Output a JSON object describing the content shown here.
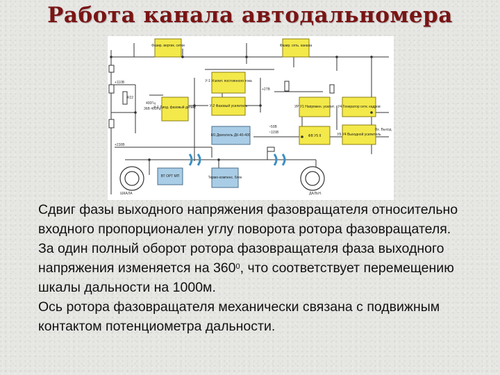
{
  "title": "Работа канала автодальномера",
  "diagram": {
    "blocks": {
      "phase_rx": "Фазир. вертик. сетки",
      "phase_grid": "Фазир. сеть. канала",
      "y1_amp": "У-1 Усилит. постоянного тока",
      "y1_diode": "У-1 Диод. фазовый детект.",
      "y2_amp": "У-2 Фазовый усилитель",
      "y3_amp": "УР У1 Напряжен. усилит.",
      "y4_gen": "У4 Генератор сетк. кадров",
      "m1_motor": "М1 Двигатель ДК-40-400",
      "y5_unit": "ФВ У5 II",
      "y6_unit": "У6 У4 Выходной усилитель",
      "bt": "ВТ ОРТ МП",
      "sensor": "Термо-компенс. блок"
    },
    "labels": {
      "dial_left": "ШКАЛА",
      "dial_right": "ДАЛЬН.",
      "v27": "+27В",
      "v110": "+110В",
      "v230": "+230В",
      "v50": "~50В",
      "v115": "~115В",
      "f400": "400Гц",
      "r22": "R22",
      "v36": "36В 400Гц",
      "vout": "Вх. Выход"
    }
  },
  "body": {
    "p1": "Сдвиг фазы выходного напряжения фазовращателя относительно входного пропорционален углу поворота ротора фазовращателя.",
    "p2_a": "За один полный оборот ротора фазовращателя фаза выходного напряжения  изменяется на 360",
    "p2_sup": "0",
    "p2_b": ", что соответствует перемещению шкалы дальности на 1000м.",
    "p3": "Ось ротора фазовращателя механически связана с подвижным контактом потенциометра дальности."
  },
  "colors": {
    "title": "#7a1414",
    "block_yellow": "#f3e94a",
    "block_blue": "#a9cde6",
    "wire": "#333333"
  }
}
